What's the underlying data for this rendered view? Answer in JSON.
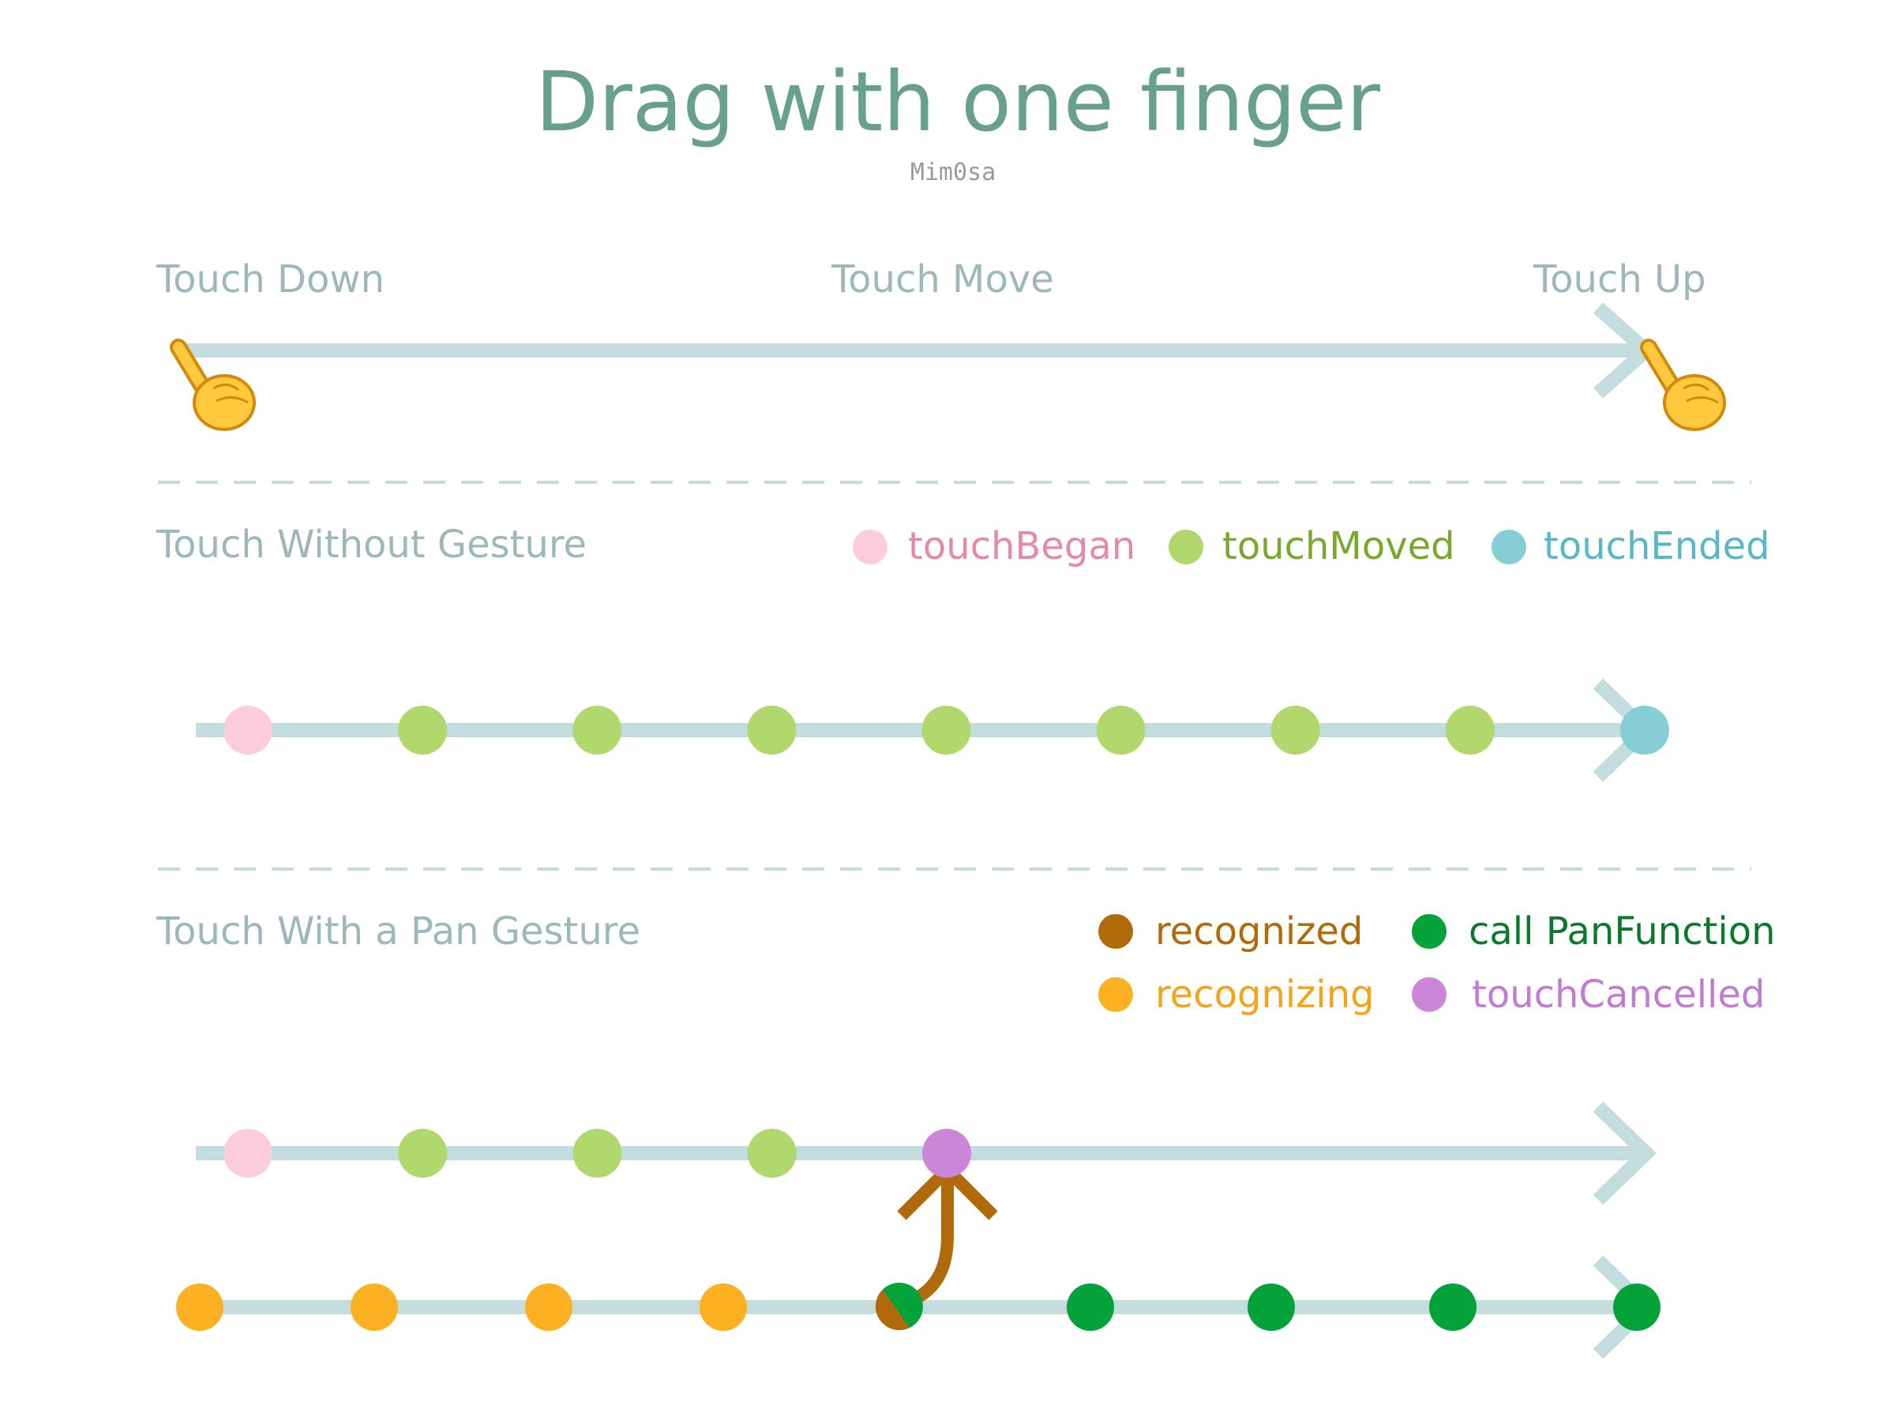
{
  "header": {
    "title": "Drag with one finger",
    "author": "Mim0sa"
  },
  "colors": {
    "track": "#c3dcde",
    "title": "#67a08b",
    "section_label": "#9cb8bb",
    "author": "#9a9a9a",
    "began": "#fbcddb",
    "moved": "#b0d86c",
    "ended": "#86cdd6",
    "recognized": "#b06a0a",
    "recognizing": "#fbb122",
    "pan": "#04a33a",
    "cancelled": "#cc86d8",
    "legend_began_text": "#e58aa6",
    "legend_moved_text": "#79a92c",
    "legend_ended_text": "#57b9c6",
    "legend_recognized_text": "#b06a0a",
    "legend_recognizing_text": "#f3a41a",
    "legend_pan_text": "#0a7a2a",
    "legend_cancelled_text": "#c27ad3"
  },
  "phases": {
    "down": "Touch Down",
    "move": "Touch Move",
    "up": "Touch Up",
    "hand_icon": "pointing-hand-icon"
  },
  "section_without": {
    "label": "Touch Without Gesture",
    "legend": {
      "began": "touchBegan",
      "moved": "touchMoved",
      "ended": "touchEnded"
    },
    "events": [
      "began",
      "moved",
      "moved",
      "moved",
      "moved",
      "moved",
      "moved",
      "moved",
      "ended"
    ]
  },
  "section_with": {
    "label": "Touch With a Pan Gesture",
    "legend": {
      "recognized": "recognized",
      "pan": "call PanFunction",
      "recognizing": "recognizing",
      "cancelled": "touchCancelled"
    },
    "touch_events": [
      "began",
      "moved",
      "moved",
      "moved",
      "cancelled"
    ],
    "gesture_events": [
      "recognizing",
      "recognizing",
      "recognizing",
      "recognizing",
      "recognized+pan",
      "pan",
      "pan",
      "pan",
      "pan"
    ]
  }
}
